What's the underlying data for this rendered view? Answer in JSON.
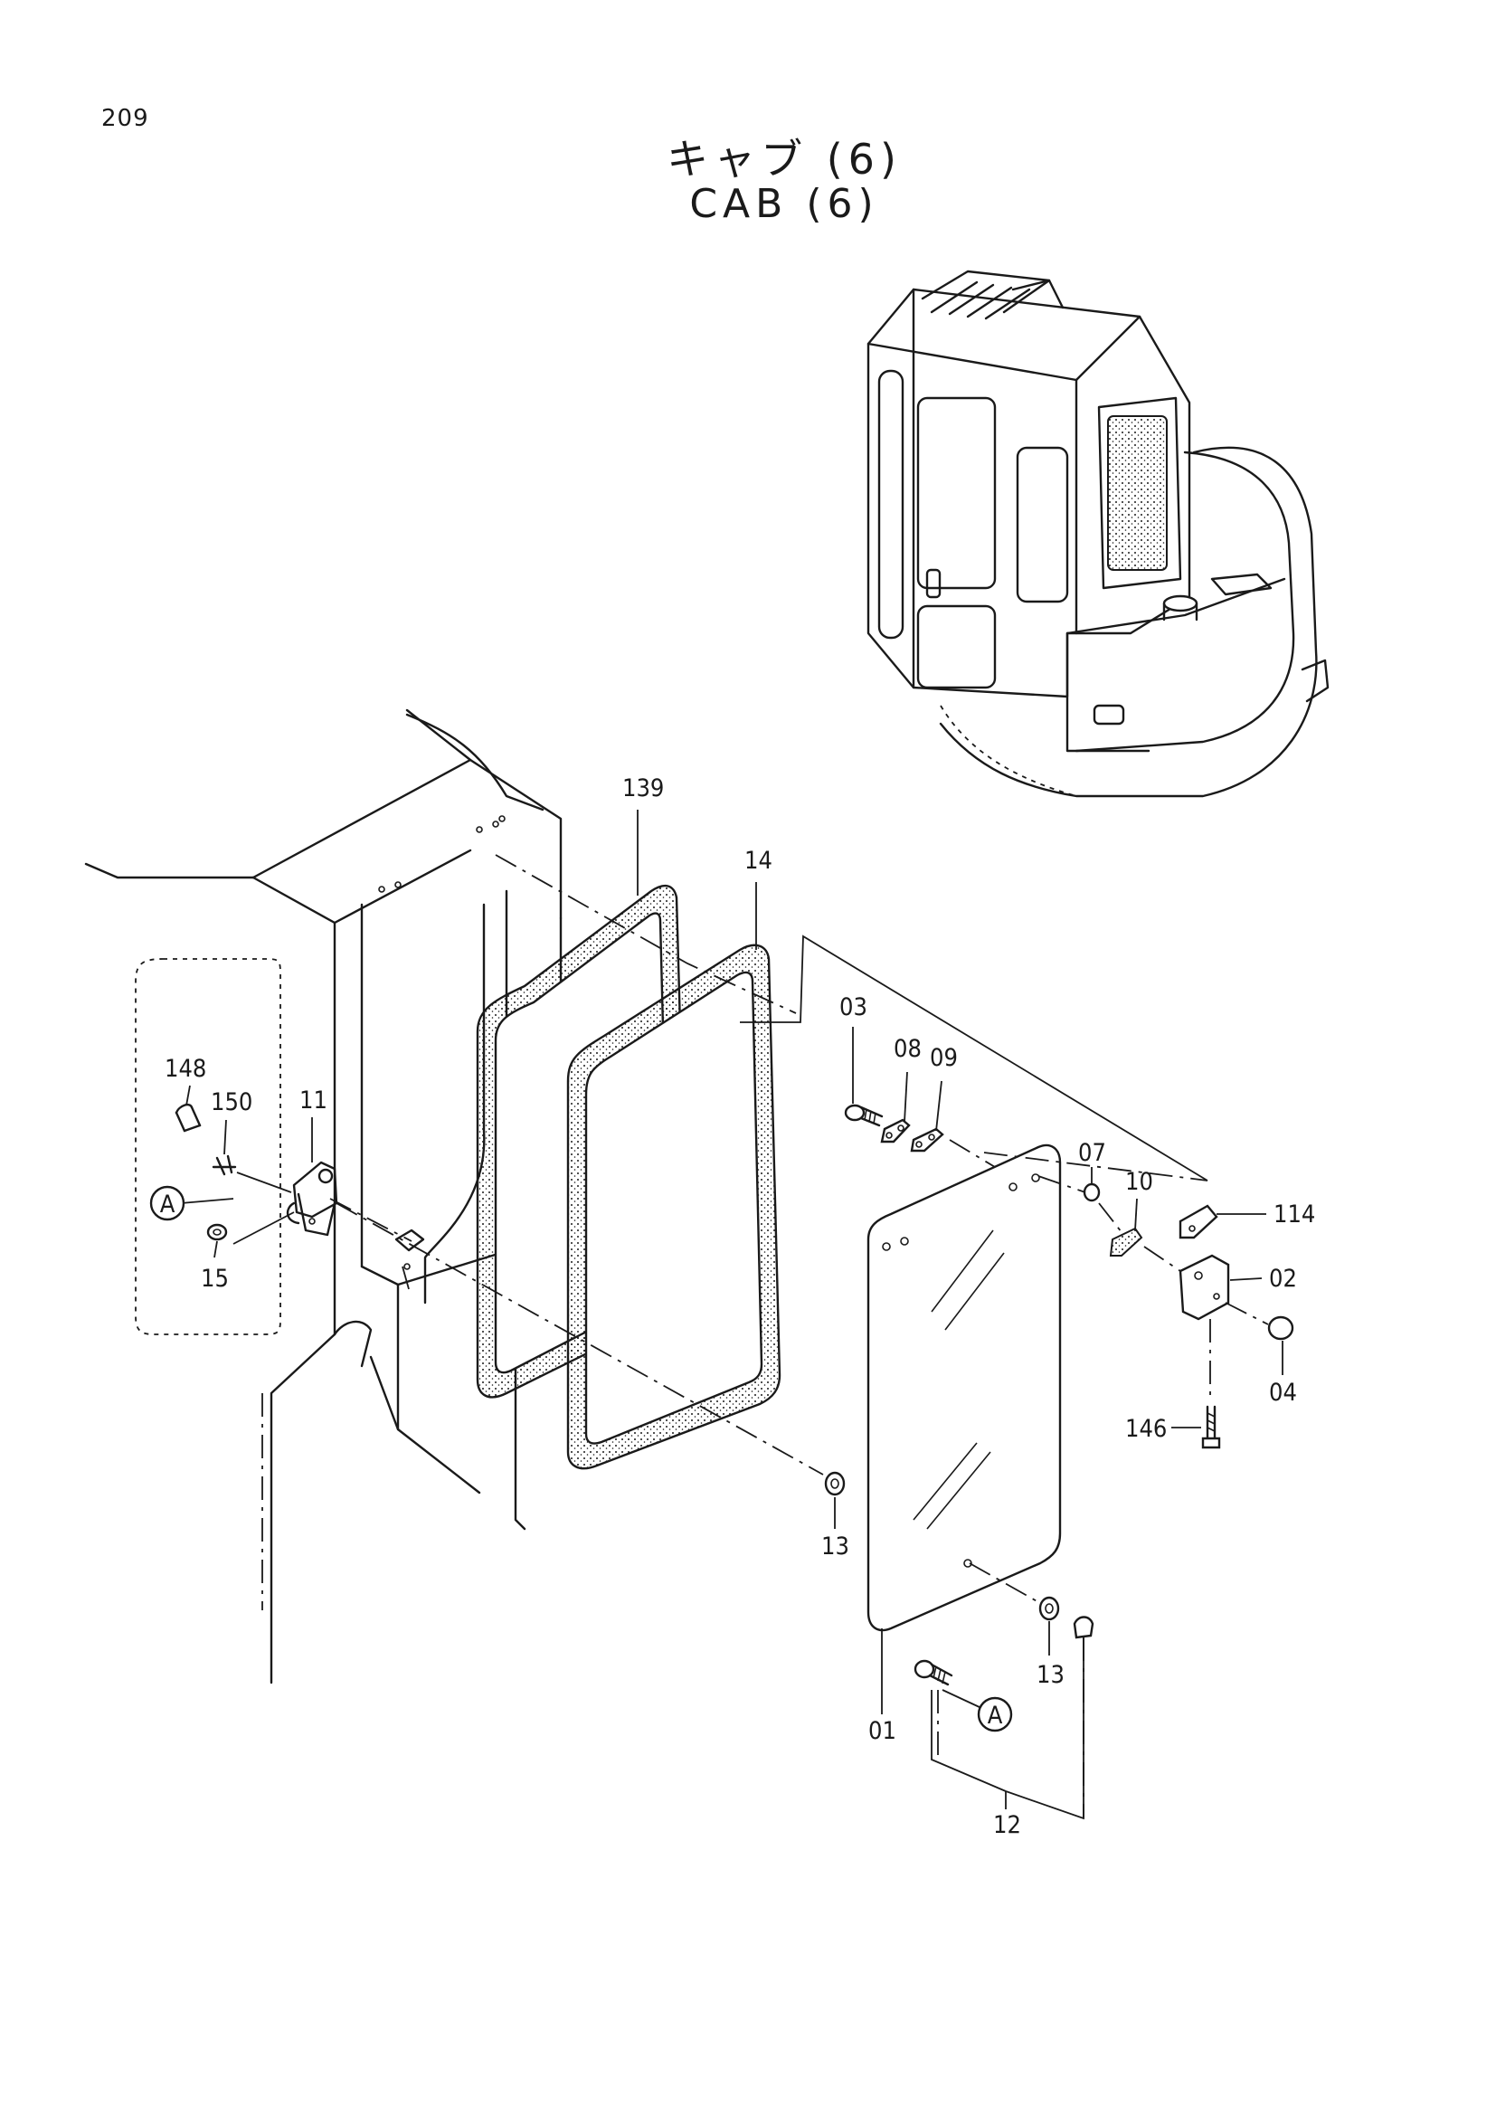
{
  "page_number": "209",
  "title_jp": "キャブ (6)",
  "title_en": "CAB (6)",
  "detail_marker": "A",
  "part_labels": {
    "p139": "139",
    "p14": "14",
    "p03": "03",
    "p08": "08",
    "p09": "09",
    "p148": "148",
    "p150": "150",
    "p11": "11",
    "p15": "15",
    "p07": "07",
    "p10": "10",
    "p114": "114",
    "p02": "02",
    "p04": "04",
    "p146": "146",
    "p13a": "13",
    "p13b": "13",
    "p01": "01",
    "p12": "12"
  }
}
